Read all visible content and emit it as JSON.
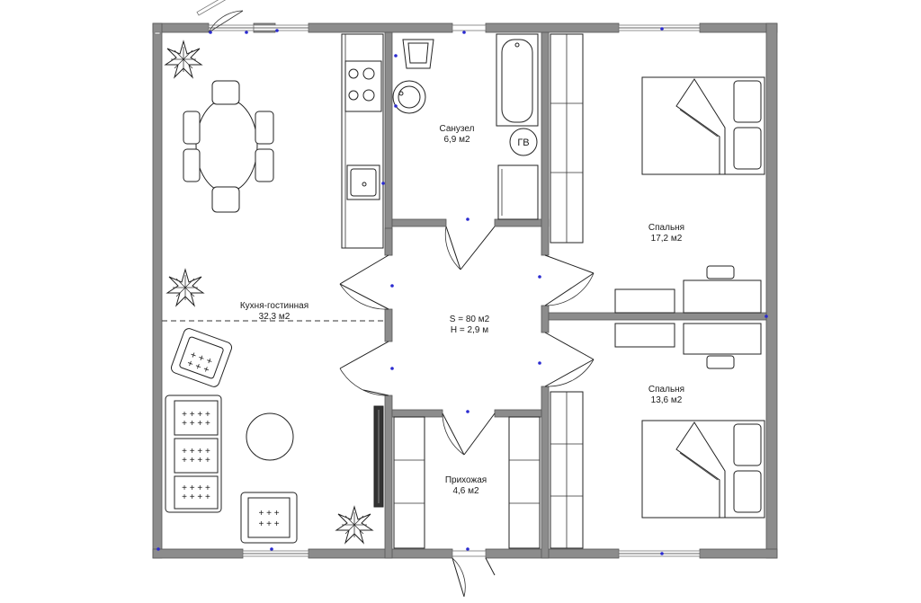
{
  "plan": {
    "summary_area": "S = 80 м2",
    "summary_height": "H = 2,9 м"
  },
  "rooms": {
    "living": {
      "name": "Кухня-гостинная",
      "area": "32,3 м2"
    },
    "bath": {
      "name": "Санузел",
      "area": "6,9 м2"
    },
    "bed1": {
      "name": "Спальня",
      "area": "17,2 м2"
    },
    "bed2": {
      "name": "Спальня",
      "area": "13,6 м2"
    },
    "hall": {
      "name": "Прихожая",
      "area": "4,6 м2"
    }
  },
  "fixtures": {
    "boiler_label": "ГВ"
  },
  "colors": {
    "wall": "#8c8c8c",
    "line": "#222222",
    "marker": "#2a2ad0"
  },
  "icons": [
    "plant-icon",
    "stove-icon",
    "sink-icon",
    "toilet-icon",
    "bathtub-icon",
    "bed-icon",
    "armchair-icon",
    "sofa-icon",
    "radiator-icon",
    "door-icon",
    "window-icon"
  ]
}
